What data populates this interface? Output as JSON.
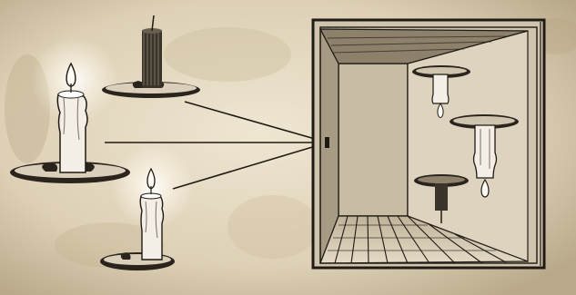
{
  "figure": {
    "subject": "camera obscura",
    "palette": {
      "paper": "#e6dcc6",
      "paper_dark": "#b8a98c",
      "ink": "#1f1a14",
      "wax": "#f4efe6",
      "glow": "#fffdf6",
      "box_wall": "#a89b84",
      "box_inner": "#cfc4ad"
    },
    "candles_outside": [
      {
        "id": "upper",
        "orientation": "upright",
        "lit": false
      },
      {
        "id": "middle",
        "orientation": "upright",
        "lit": true
      },
      {
        "id": "lower",
        "orientation": "upright",
        "lit": true
      }
    ],
    "images_inside": [
      {
        "id": "upper-image",
        "orientation": "inverted",
        "lit": true
      },
      {
        "id": "middle-image",
        "orientation": "inverted",
        "lit": true
      },
      {
        "id": "lower-image",
        "orientation": "inverted",
        "lit": false
      }
    ],
    "light_rays": 3,
    "pinhole": true
  }
}
